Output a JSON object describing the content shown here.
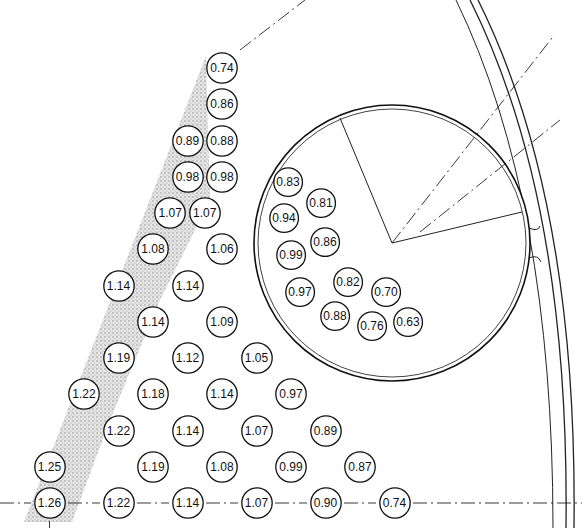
{
  "diagram": {
    "nodes": [
      {
        "text": [
          "0.74"
        ]
      },
      {
        "text": [
          "0.86"
        ]
      },
      {
        "text": [
          "0.89"
        ]
      },
      {
        "text": [
          "0.88"
        ]
      },
      {
        "text": [
          "0.98"
        ]
      },
      {
        "text": [
          "0.98"
        ]
      },
      {
        "text": [
          "1.07"
        ]
      },
      {
        "text": [
          "1.07"
        ]
      },
      {
        "text": [
          "1.08"
        ]
      },
      {
        "text": [
          "1.06"
        ]
      },
      {
        "text": [
          "1.14"
        ]
      },
      {
        "text": [
          "1.14"
        ]
      },
      {
        "text": [
          "1.14"
        ]
      },
      {
        "text": [
          "1.09"
        ]
      },
      {
        "text": [
          "1.19"
        ]
      },
      {
        "text": [
          "1.12"
        ]
      },
      {
        "text": [
          "1.05"
        ]
      },
      {
        "text": [
          "1.22"
        ]
      },
      {
        "text": [
          "1.18"
        ]
      },
      {
        "text": [
          "1.14"
        ]
      },
      {
        "text": [
          "0.97"
        ]
      },
      {
        "text": [
          "1.22"
        ]
      },
      {
        "text": [
          "1.14"
        ]
      },
      {
        "text": [
          "1.07"
        ]
      },
      {
        "text": [
          "0.89"
        ]
      },
      {
        "text": [
          "1.25"
        ]
      },
      {
        "text": [
          "1.19"
        ]
      },
      {
        "text": [
          "1.08"
        ]
      },
      {
        "text": [
          "0.99"
        ]
      },
      {
        "text": [
          "0.87"
        ]
      },
      {
        "text": [
          "1.26"
        ]
      },
      {
        "text": [
          "1.22"
        ]
      },
      {
        "text": [
          "1.14"
        ]
      },
      {
        "text": [
          "1.07"
        ]
      },
      {
        "text": [
          "0.90"
        ]
      },
      {
        "text": [
          "0.74"
        ]
      },
      {
        "text": [
          "0.83"
        ]
      },
      {
        "text": [
          "0.94"
        ]
      },
      {
        "text": [
          "0.81"
        ]
      },
      {
        "text": [
          "0.99"
        ]
      },
      {
        "text": [
          "0.86"
        ]
      },
      {
        "text": [
          "0.97"
        ]
      },
      {
        "text": [
          "0.82"
        ]
      },
      {
        "text": [
          "0.70"
        ]
      },
      {
        "text": [
          "0.88"
        ]
      },
      {
        "text": [
          "0.76"
        ]
      },
      {
        "text": [
          "0.63"
        ]
      }
    ]
  }
}
